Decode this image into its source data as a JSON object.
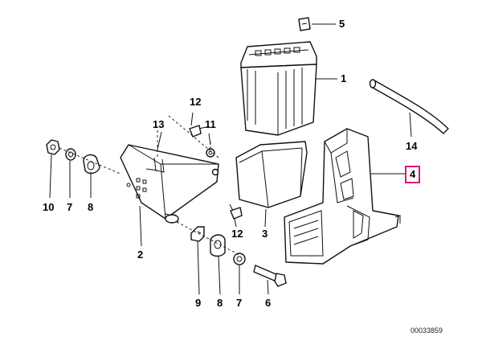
{
  "callouts": [
    {
      "id": "c1",
      "label": "1"
    },
    {
      "id": "c2",
      "label": "2"
    },
    {
      "id": "c3",
      "label": "3"
    },
    {
      "id": "c4",
      "label": "4",
      "highlighted": true
    },
    {
      "id": "c5",
      "label": "5"
    },
    {
      "id": "c6",
      "label": "6"
    },
    {
      "id": "c7a",
      "label": "7"
    },
    {
      "id": "c7b",
      "label": "7"
    },
    {
      "id": "c8a",
      "label": "8"
    },
    {
      "id": "c8b",
      "label": "8"
    },
    {
      "id": "c9",
      "label": "9"
    },
    {
      "id": "c10",
      "label": "10"
    },
    {
      "id": "c11",
      "label": "11"
    },
    {
      "id": "c12a",
      "label": "12"
    },
    {
      "id": "c12b",
      "label": "12"
    },
    {
      "id": "c13",
      "label": "13"
    },
    {
      "id": "c14",
      "label": "14"
    }
  ],
  "drawing_number": "00033859",
  "colors": {
    "line": "#111111",
    "highlight": "#e0147c",
    "background": "#ffffff"
  }
}
